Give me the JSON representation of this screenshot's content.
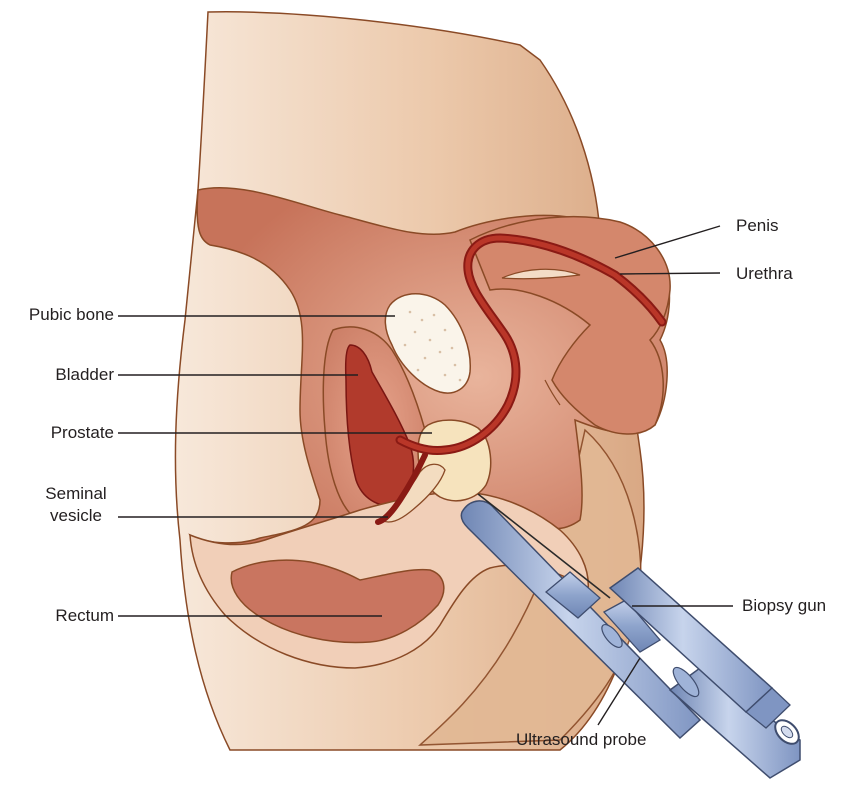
{
  "labels": {
    "penis": "Penis",
    "urethra": "Urethra",
    "pubic_bone": "Pubic bone",
    "bladder": "Bladder",
    "prostate": "Prostate",
    "seminal_line1": "Seminal",
    "seminal_line2": "vesicle",
    "rectum": "Rectum",
    "biopsy_gun": "Biopsy gun",
    "ultrasound_probe": "Ultrasound probe"
  },
  "colors": {
    "skin_light": "#f5e3d3",
    "skin_dark": "#dcb08c",
    "tissue": "#c87a62",
    "tissue_light": "#e2a48a",
    "blood_red": "#a8231d",
    "bone": "#f8f1e6",
    "prostate": "#f6e4bf",
    "instrument": "#8ea4cc",
    "outline": "#8a4a26"
  }
}
